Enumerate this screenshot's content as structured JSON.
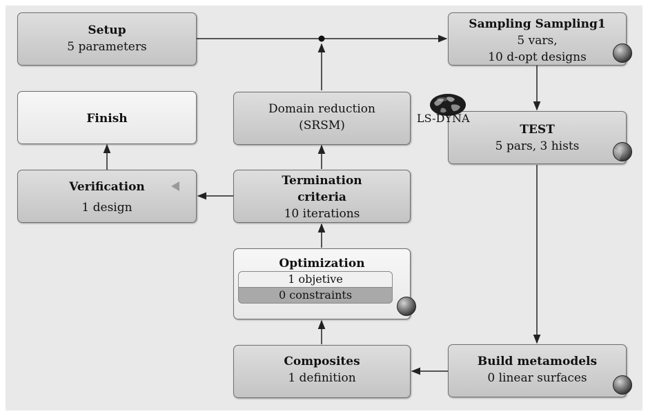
{
  "nodes": {
    "setup": {
      "title": "Setup",
      "line1": "5 parameters"
    },
    "sampling": {
      "title": "Sampling Sampling1",
      "line1": "5 vars,",
      "line2": "10 d-opt designs"
    },
    "finish": {
      "title": "Finish"
    },
    "domain_reduction": {
      "line1": "Domain reduction",
      "line2": "(SRSM)"
    },
    "test": {
      "title": "TEST",
      "line1": "5 pars, 3 hists"
    },
    "verification": {
      "title": "Verification",
      "line1": "1 design"
    },
    "termination": {
      "title1": "Termination",
      "title2": "criteria",
      "line1": "10 iterations"
    },
    "optimization": {
      "title": "Optimization",
      "objectives": "1 objetive",
      "constraints": "0 constraints"
    },
    "composites": {
      "title": "Composites",
      "line1": "1 definition"
    },
    "metamodels": {
      "title": "Build metamodels",
      "line1": "0 linear surfaces"
    }
  },
  "solver_label": "LS-DYNA",
  "icons": [
    "status-ball-icon",
    "globe-icon",
    "arrowhead-icon"
  ],
  "colors": {
    "node_fill": "#cfcfcf",
    "node_light": "#f2f2f2",
    "wire": "#222222",
    "background": "#e9e9e9"
  }
}
